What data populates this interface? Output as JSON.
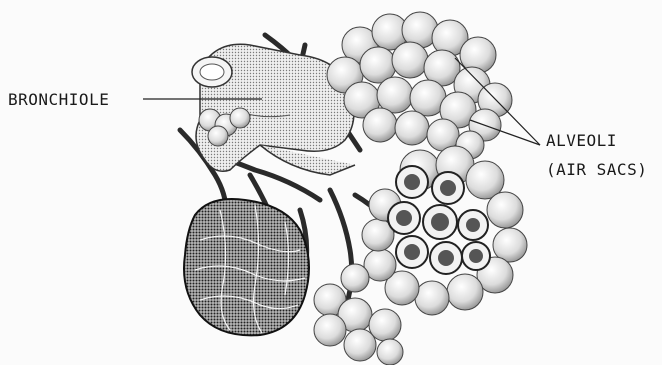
{
  "labels": {
    "bronchiole": "BRONCHIOLE",
    "alveoli_line1": "ALVEOLI",
    "alveoli_line2": "(AIR SACS)"
  }
}
